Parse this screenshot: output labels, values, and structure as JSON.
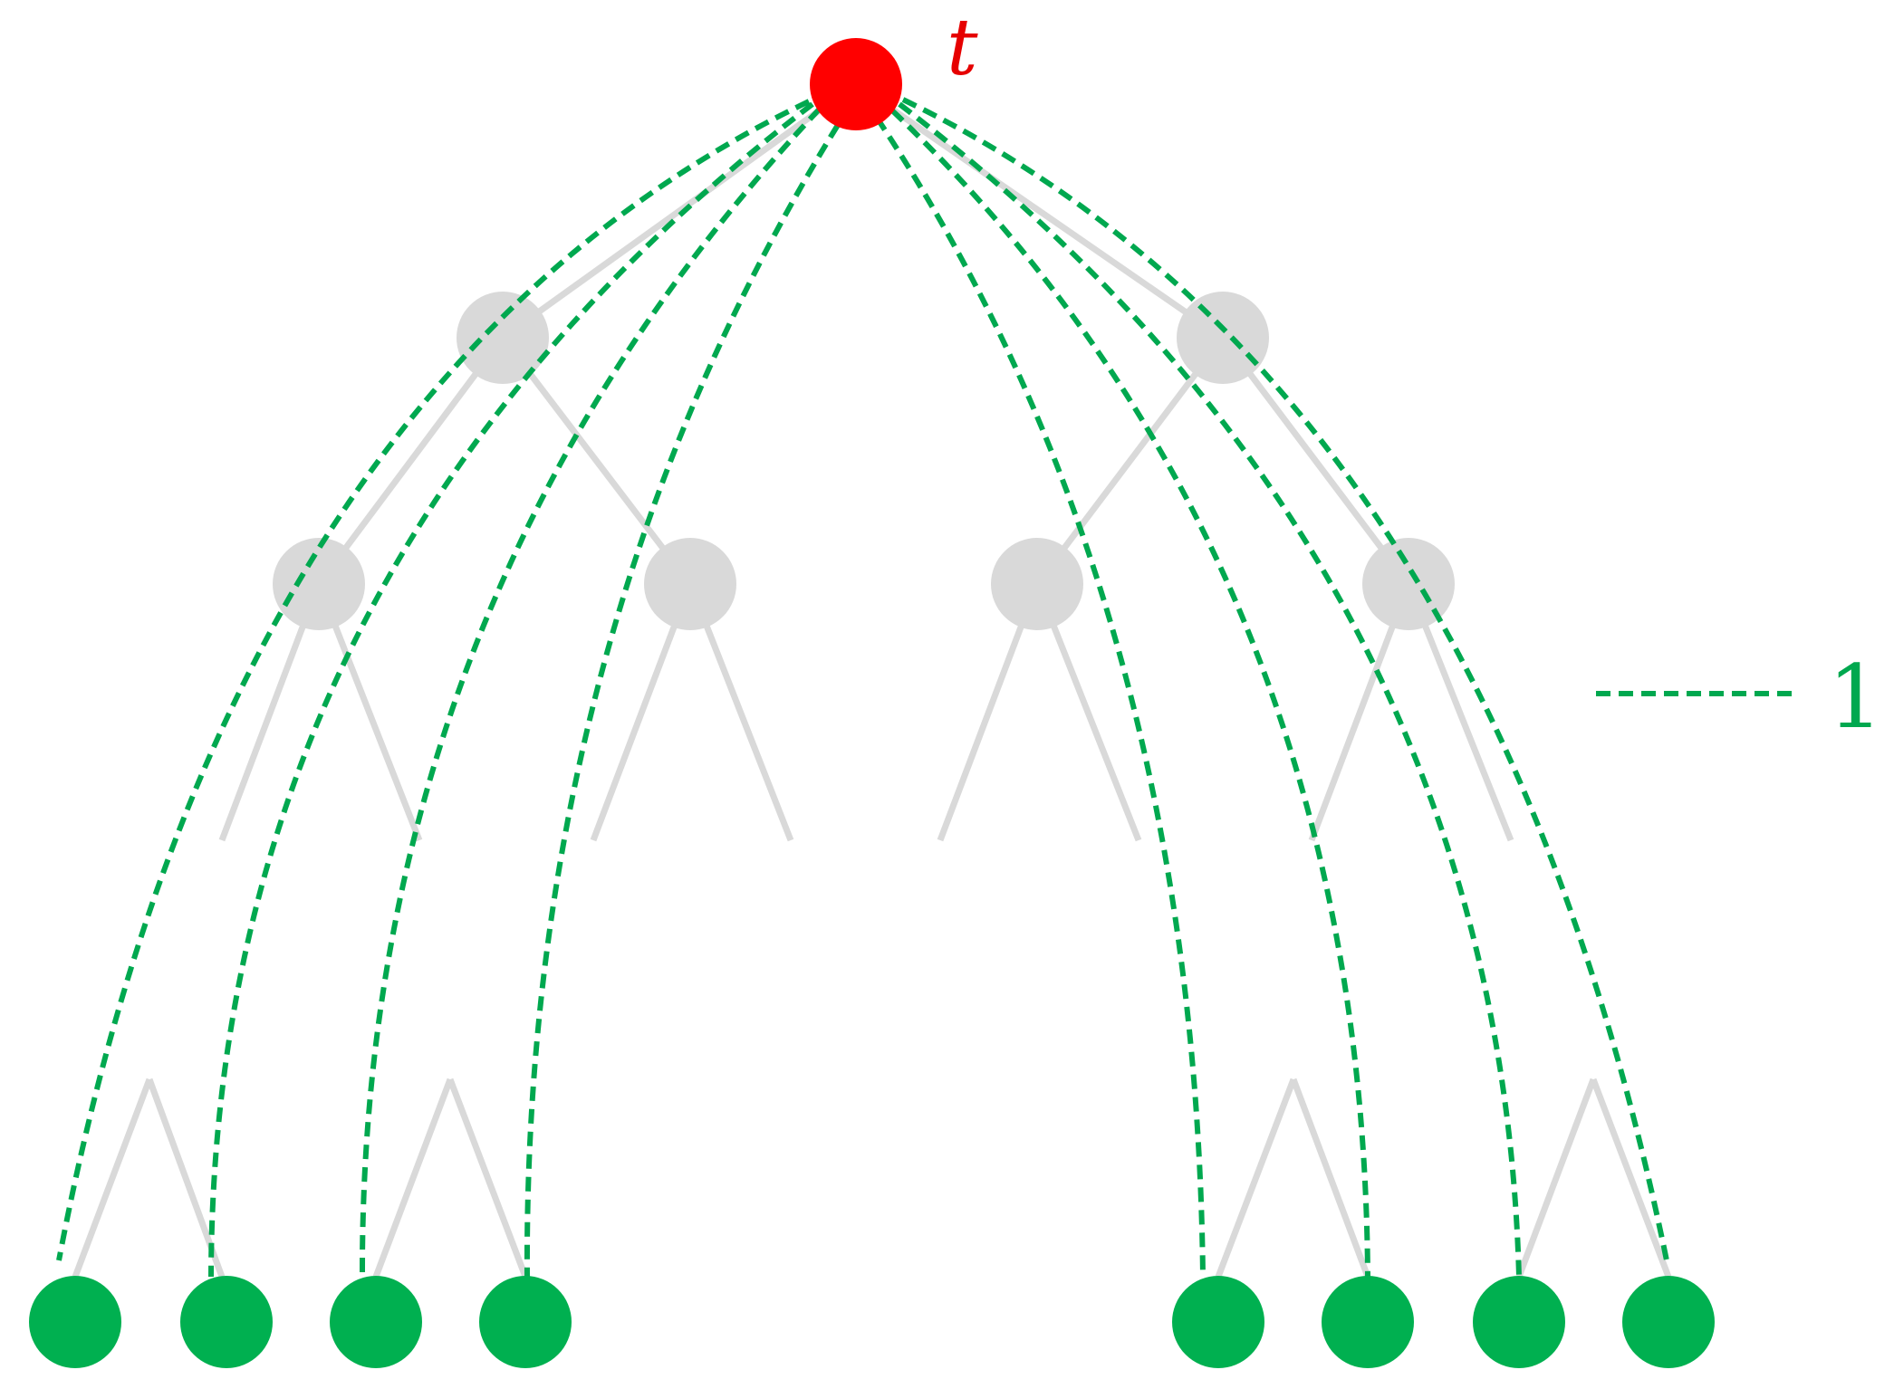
{
  "colors": {
    "root": "#ff0000",
    "leaf": "#00b050",
    "dashed_edge": "#00a84f",
    "tree": "#d9d9d9",
    "label_root": "#e60000",
    "legend": "#00a84f"
  },
  "root": {
    "label": "t"
  },
  "legend": {
    "value": "1"
  },
  "counts": {
    "leaves": 8,
    "dashed_edges": 8
  }
}
